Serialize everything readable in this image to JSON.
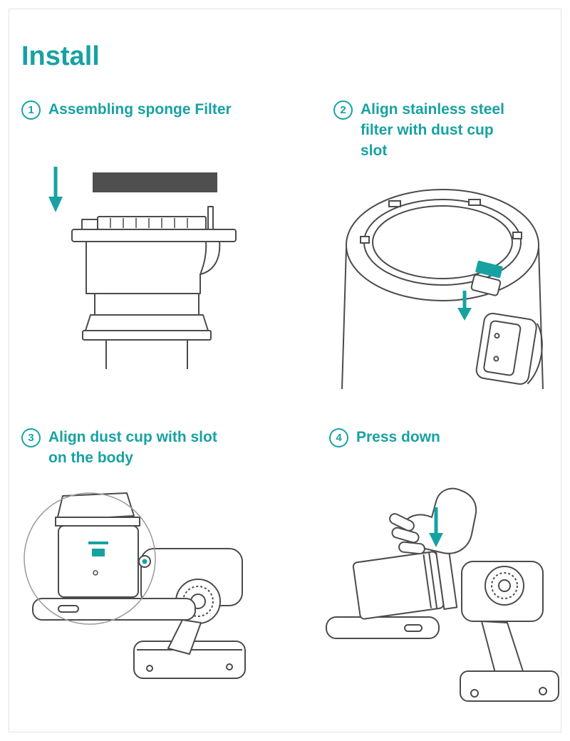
{
  "page": {
    "title": "Install"
  },
  "steps": [
    {
      "number": "1",
      "label": "Assembling sponge Filter"
    },
    {
      "number": "2",
      "label": "Align stainless steel filter with dust cup slot"
    },
    {
      "number": "3",
      "label": "Align dust cup with slot on the body"
    },
    {
      "number": "4",
      "label": "Press down"
    }
  ],
  "icons": {
    "arrow": "down-arrow-icon"
  },
  "colors": {
    "accent": "#17a2a2",
    "line_art": "#4b4b4b",
    "sponge": "#4f4f4f",
    "page_border": "#e3e3e3"
  }
}
